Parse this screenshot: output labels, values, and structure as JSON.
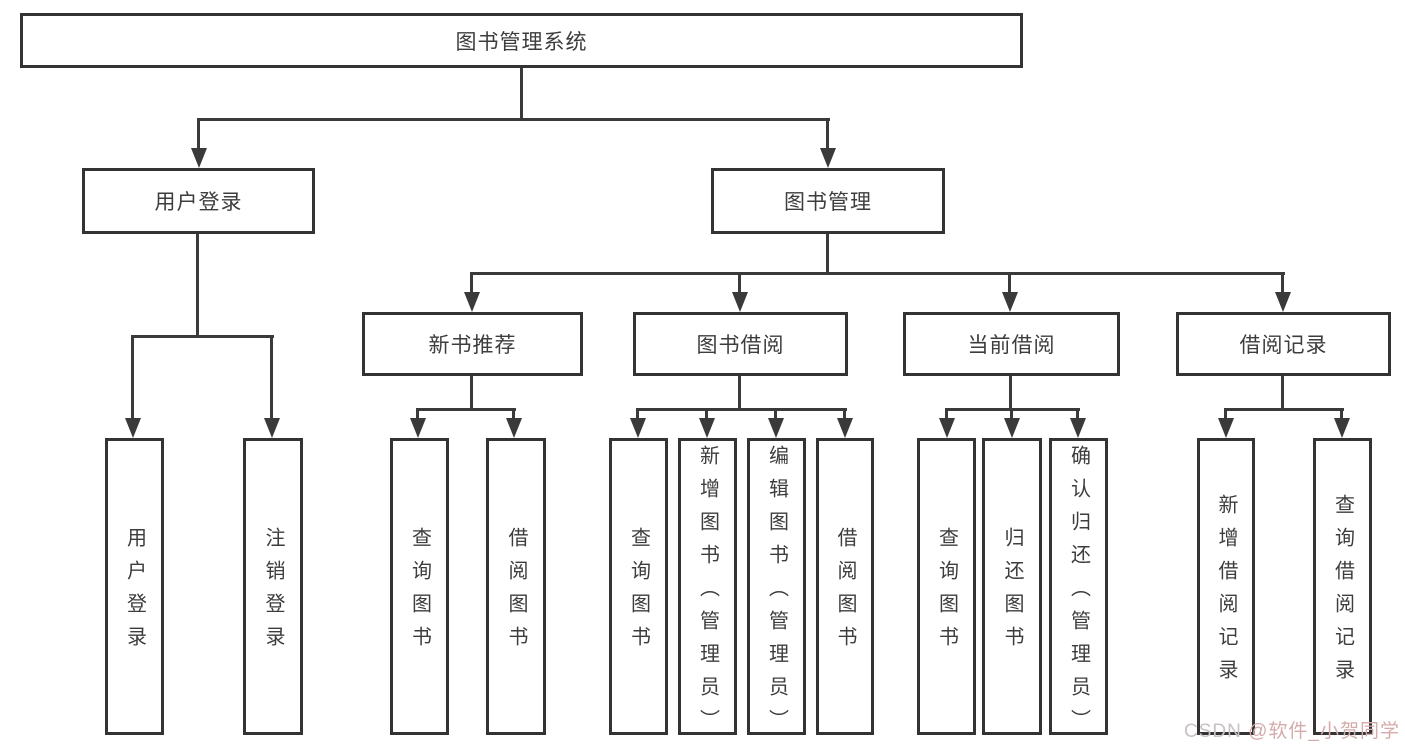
{
  "diagram_title": "图书管理系统",
  "nodes": {
    "root": "图书管理系统",
    "user_login": "用户登录",
    "book_management": "图书管理",
    "new_book": "新书推荐",
    "book_borrow": "图书借阅",
    "current_borrow": "当前借阅",
    "borrow_record": "借阅记录",
    "user_login_leaves": [
      "用户登录",
      "注销登录"
    ],
    "new_book_leaves": [
      "查询图书",
      "借阅图书"
    ],
    "book_borrow_leaves": [
      "查询图书",
      "新增图书（管理员）",
      "编辑图书（管理员）",
      "借阅图书"
    ],
    "current_borrow_leaves": [
      "查询图书",
      "归还图书",
      "确认归还（管理员）"
    ],
    "borrow_record_leaves": [
      "新增借阅记录",
      "查询借阅记录"
    ]
  },
  "watermark": {
    "brand": "CSDN ",
    "author": "@软件_小贺同学"
  },
  "colors": {
    "line": "#3a3a3a",
    "border": "#333333",
    "text": "#3d3d3d",
    "background": "#ffffff",
    "watermark_brand": "#c9c2c2",
    "watermark_author": "#d4abab"
  }
}
